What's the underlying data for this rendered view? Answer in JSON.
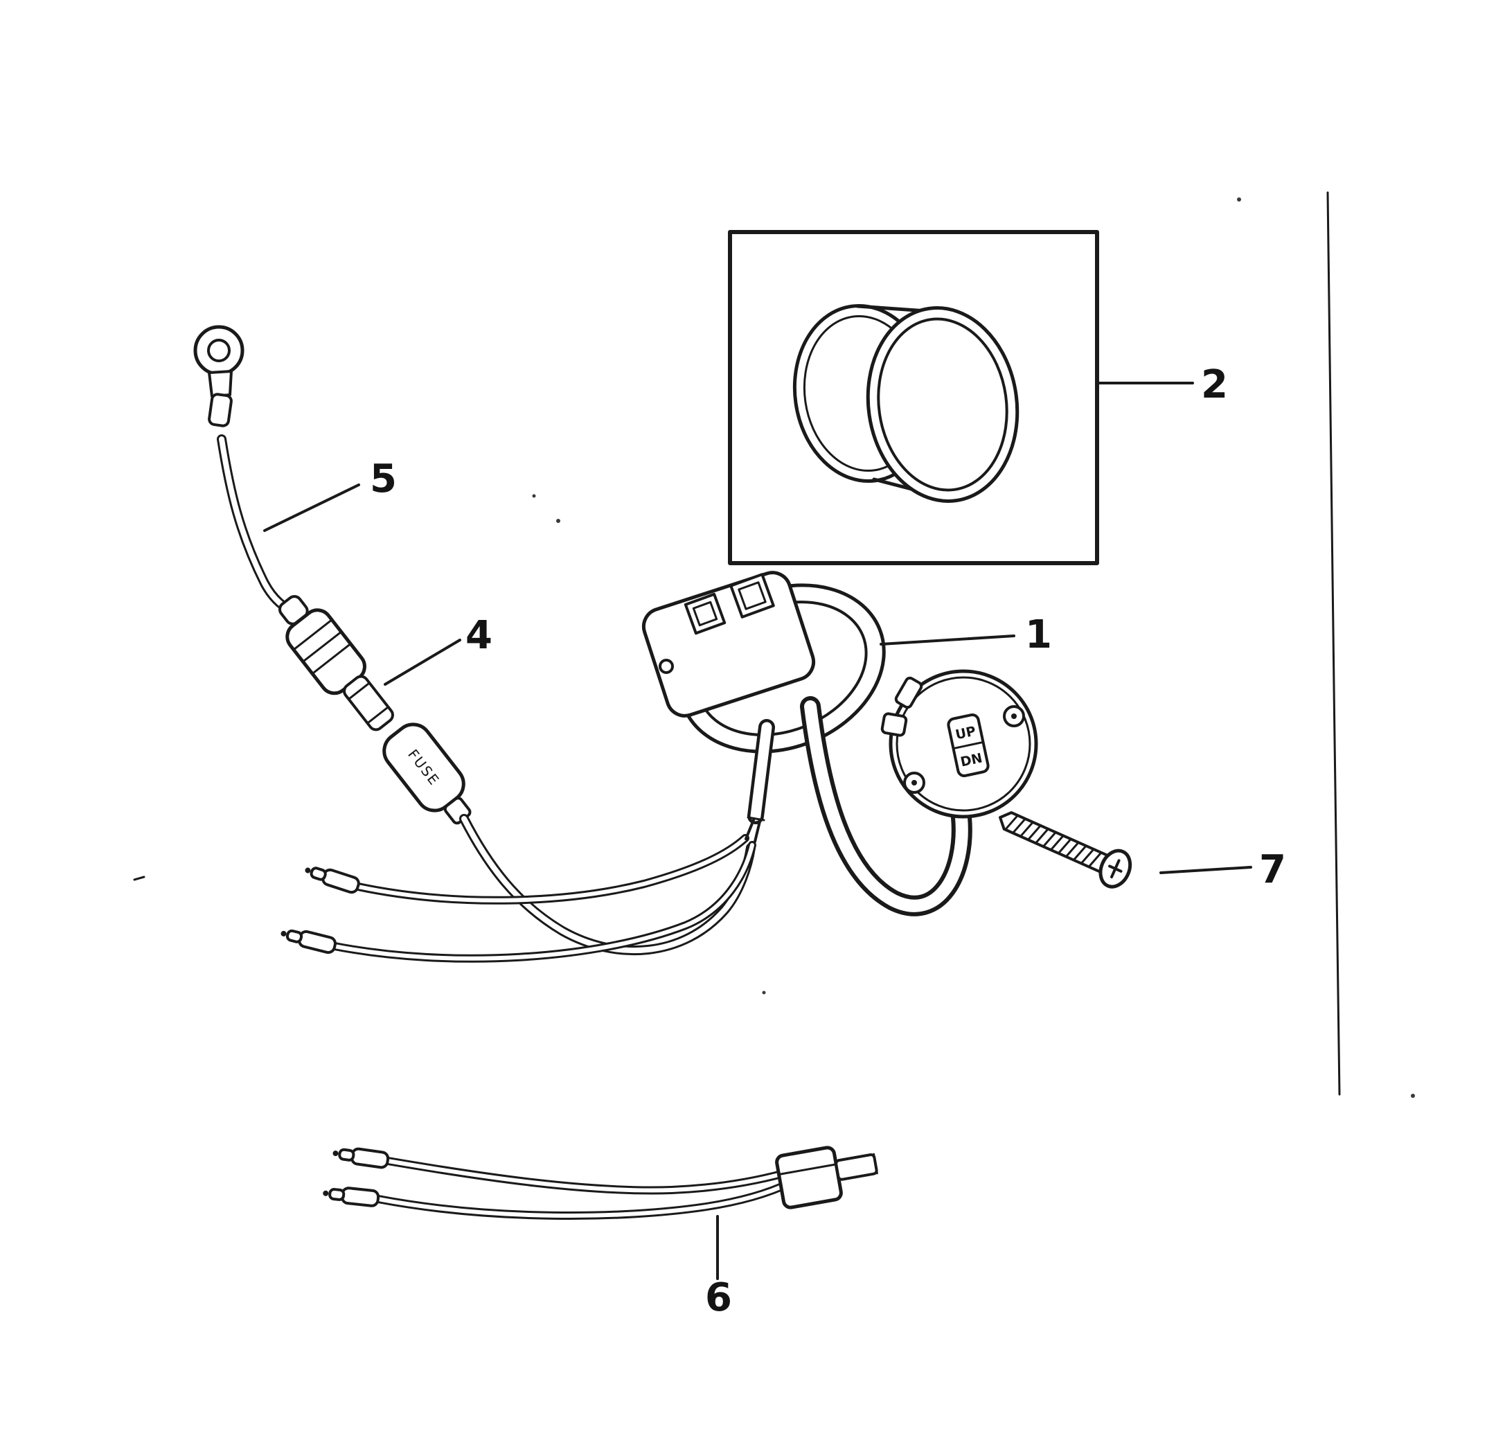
{
  "page": {
    "background": "#ffffff",
    "ink_color": "#1a1a1a"
  },
  "diagram": {
    "type": "exploded-parts-diagram",
    "callouts": {
      "part1": "1",
      "part2": "2",
      "part4": "4",
      "part5": "5",
      "part6": "6",
      "part7": "7"
    },
    "component_text": {
      "switch_up": "UP",
      "switch_down": "DN",
      "fuse_holder": "FUSE"
    },
    "parts_semantics": {
      "part1": "trim-switch-bezel-and-switch-assembly",
      "part2": "retaining-ring-in-box",
      "part4": "fuse-and-fuse-holder",
      "part5": "ring-terminal-lead-with-connector-plug",
      "part6": "jumper-wire-harness-with-connector-block",
      "part7": "mounting-screw"
    }
  }
}
